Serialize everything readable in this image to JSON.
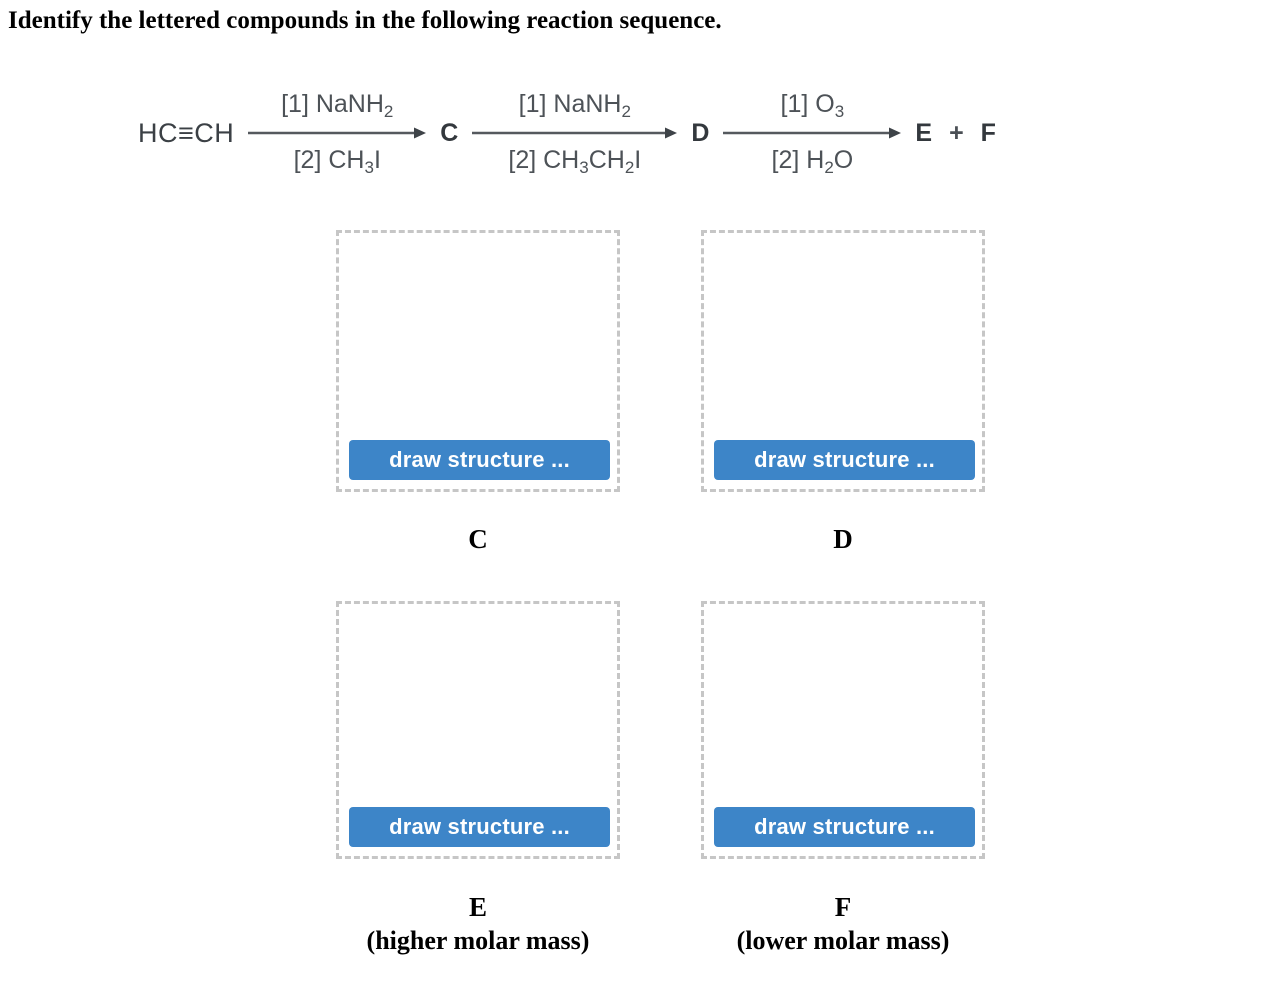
{
  "prompt": "Identify the lettered compounds in the following reaction sequence.",
  "scheme": {
    "start_material": "HC≡CH",
    "steps": [
      {
        "reagent_top": "[1] NaNH",
        "reagent_top_sub": "2",
        "reagent_bottom_pre": "[2] CH",
        "reagent_bottom_sub": "3",
        "reagent_bottom_post": "I",
        "product": "C"
      },
      {
        "reagent_top": "[1] NaNH",
        "reagent_top_sub": "2",
        "reagent_bottom_pre": "[2] CH",
        "reagent_bottom_sub": "3",
        "reagent_bottom_mid": "CH",
        "reagent_bottom_sub2": "2",
        "reagent_bottom_post": "I",
        "product": "D"
      },
      {
        "reagent_top": "[1] O",
        "reagent_top_sub": "3",
        "reagent_bottom_pre": "[2] H",
        "reagent_bottom_sub": "2",
        "reagent_bottom_post": "O",
        "product_left": "E",
        "plus": "+",
        "product_right": "F"
      }
    ]
  },
  "answers": [
    {
      "id": "C",
      "button_label": "draw structure ...",
      "caption": "C",
      "caption_note": ""
    },
    {
      "id": "D",
      "button_label": "draw structure ...",
      "caption": "D",
      "caption_note": ""
    },
    {
      "id": "E",
      "button_label": "draw structure ...",
      "caption": "E",
      "caption_note": "(higher molar mass)"
    },
    {
      "id": "F",
      "button_label": "draw structure ...",
      "caption": "F",
      "caption_note": "(lower molar mass)"
    }
  ],
  "colors": {
    "button_blue": "#3d85c8",
    "dashed_border": "#c6c6c6",
    "scheme_text": "#4d5257",
    "heading_text": "#000000"
  }
}
